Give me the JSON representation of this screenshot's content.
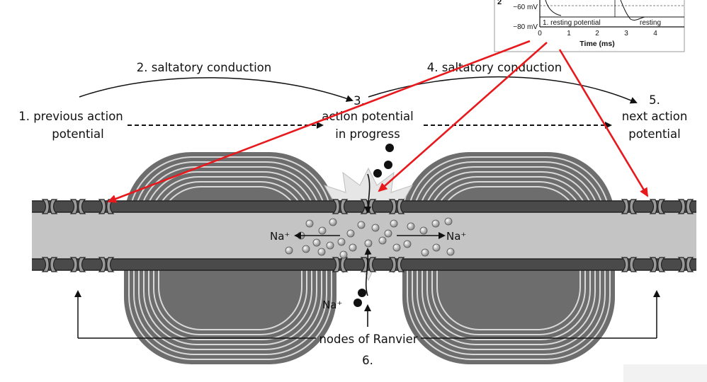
{
  "labels": {
    "step1_line1": "1. previous action",
    "step1_line2": "potential",
    "step2": "2. saltatory conduction",
    "step3_num": "3.",
    "step3_line1": "action potential",
    "step3_line2": "in progress",
    "step4": "4. saltatory conduction",
    "step5_num": "5.",
    "step5_line1": "next action",
    "step5_line2": "potential",
    "sodium_left": "Na⁺",
    "sodium_right": "Na⁺",
    "sodium_bottom": "Na⁺",
    "nodes": "nodes of Ranvier",
    "step6": "6."
  },
  "inset": {
    "y_ticks": [
      "−60 mV",
      "−80 mV"
    ],
    "x_ticks": [
      "0",
      "1",
      "2",
      "3",
      "4"
    ],
    "x_label": "Time (ms)",
    "phase_resting_1": "1. resting potential",
    "phase_resting_2": "resting",
    "partial_label": "2"
  },
  "colors": {
    "arrow_red": "#e8191d",
    "membrane": "#4a4a4a",
    "axon_fill": "#c4c4c4",
    "myelin": "#8a8a8a"
  }
}
